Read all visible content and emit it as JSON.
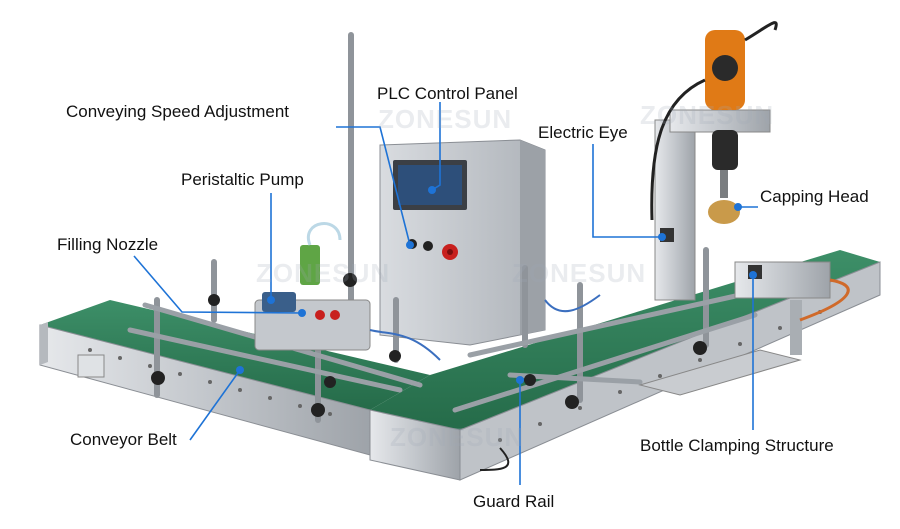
{
  "watermark": "ZONESUN",
  "colors": {
    "callout_line": "#1e73d6",
    "belt": "#2f7d58",
    "steel": "#c9ccd0",
    "dark_steel": "#8a8e94",
    "knob": "#222222",
    "drill_orange": "#e07a16",
    "screen": "#2d4f7a"
  },
  "labels": {
    "plc_control_panel": "PLC Control Panel",
    "conveying_speed_adjustment": "Conveying Speed Adjustment",
    "electric_eye": "Electric Eye",
    "peristaltic_pump": "Peristaltic Pump",
    "capping_head": "Capping Head",
    "filling_nozzle": "Filling Nozzle",
    "conveyor_belt": "Conveyor Belt",
    "bottle_clamping_structure": "Bottle Clamping Structure",
    "guard_rail": "Guard Rail"
  }
}
